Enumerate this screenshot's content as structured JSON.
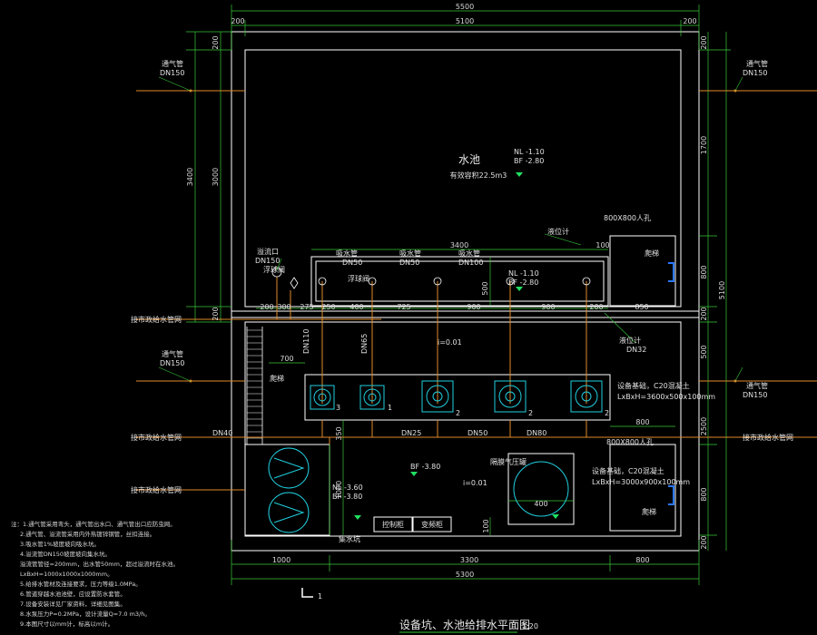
{
  "drawing": {
    "title": "设备坑、水池给排水平面图",
    "scale": "1:20",
    "corner_mark": "1"
  },
  "dims": {
    "top_total": "5500",
    "top_inner": "5100",
    "top_left": "200",
    "top_right": "200",
    "bottom_total": "5300",
    "bottom_a": "1000",
    "bottom_b": "3300",
    "bottom_c": "800",
    "left_outer": "3400",
    "left_inner": "3000",
    "left_top": "200",
    "left_bottom": "200",
    "right_top": "200",
    "right_a": "1700",
    "right_b": "800",
    "right_c": "200",
    "right_total": "5100",
    "right_d": "500",
    "right_e": "2500",
    "right_f": "800",
    "right_g": "200",
    "tank_width": "3400",
    "tank_sub": "100",
    "tank_height": "500",
    "row_250": "250",
    "row_275": "275",
    "row_400": "400",
    "row_725": "725",
    "row_900a": "900",
    "row_900b": "900",
    "row_200": "200",
    "row_850": "850",
    "row_200a": "200",
    "row_300": "300",
    "d700": "700",
    "d800": "800",
    "d350": "350",
    "d1000": "1000",
    "d400": "400",
    "d100": "100"
  },
  "labels": {
    "pool": "水池",
    "pool_volume": "有效容积22.5m3",
    "pool_level": "NL -1.10",
    "pool_bf": "BF -2.80",
    "manhole_top": "800X800人孔",
    "manhole_bot": "800X800人孔",
    "vent_tl": "通气管",
    "vent_tl_dn": "DN150",
    "vent_tr": "通气管",
    "vent_tr_dn": "DN150",
    "vent_ml": "通气管",
    "vent_ml_dn": "DN150",
    "vent_mr": "通气管",
    "vent_mr_dn": "DN150",
    "overflow": "溢流口",
    "overflow_dn": "DN150",
    "suction": "吸水管",
    "dn50a": "DN50",
    "dn50b": "DN50",
    "dn100": "DN100",
    "dn32": "DN32",
    "float_valve": "浮球阀",
    "level_gauge": "液位计",
    "ladder_l": "爬梯",
    "ladder_r": "爬梯",
    "inlet_l": "接市政给水管网",
    "inlet_r": "接市政给水管网",
    "inlet_l2": "接市政给水管网",
    "inlet_r2": "接市政给水管网",
    "sump": "集水坑",
    "equip_base": "设备基础，C20混凝土",
    "equip_size": "LxBxH=3600x500x100mm",
    "equip_base2": "设备基础，C20混凝土",
    "equip_size2": "LxBxH=3000x900x100mm",
    "air_tank": "隔膜气压罐",
    "slope": "i=0.01",
    "slope2": "i=0.01",
    "pit_bf": "BF -3.80",
    "pit_nl": "NL -3.60",
    "pit_bf2": "BF -3.80",
    "control": "控制柜",
    "pump_box": "变频柜",
    "pump_1": "1",
    "pump_2a": "2",
    "pump_2b": "2",
    "pump_2c": "2",
    "pump_3": "3",
    "pipe_dn110": "DN110",
    "pipe_dn65": "DN65",
    "pipe_dn25": "DN25",
    "pipe_dn50": "DN50",
    "pipe_dn80": "DN80",
    "pipe_dn40": "DN40"
  },
  "notes": [
    "注：1.通气管采用弯头，通气管出水口、通气管出口应防虫网。",
    "2.通气管、溢流管采用内外热镀锌钢管，丝扣连接。",
    "3.吸水管1%坡度坡向吸水坑。",
    "4.溢流管DN150坡度坡向集水坑。",
    "    溢流管管径=200mm，出水管50mm，超过溢流时在水池。",
    "    LxBxH=1000x1000x1000mm。",
    "5.给排水管材及连接要求，压力等级1.0MPa。",
    "6.管道穿越水池池壁，应设置防水套管。",
    "7.设备安装详见厂家资料，详细见图集。",
    "8.水泵压力P=0.2MPa，设计流量Q=7.0 m3/h。",
    "9.本图尺寸以mm计，标高以m计。"
  ],
  "colors": {
    "wall": "#ffffff",
    "dim": "#38c838",
    "pipe": "#e08a2a",
    "equip": "#20d0e0",
    "level": "#20e060",
    "manhole": "#2878ff"
  }
}
